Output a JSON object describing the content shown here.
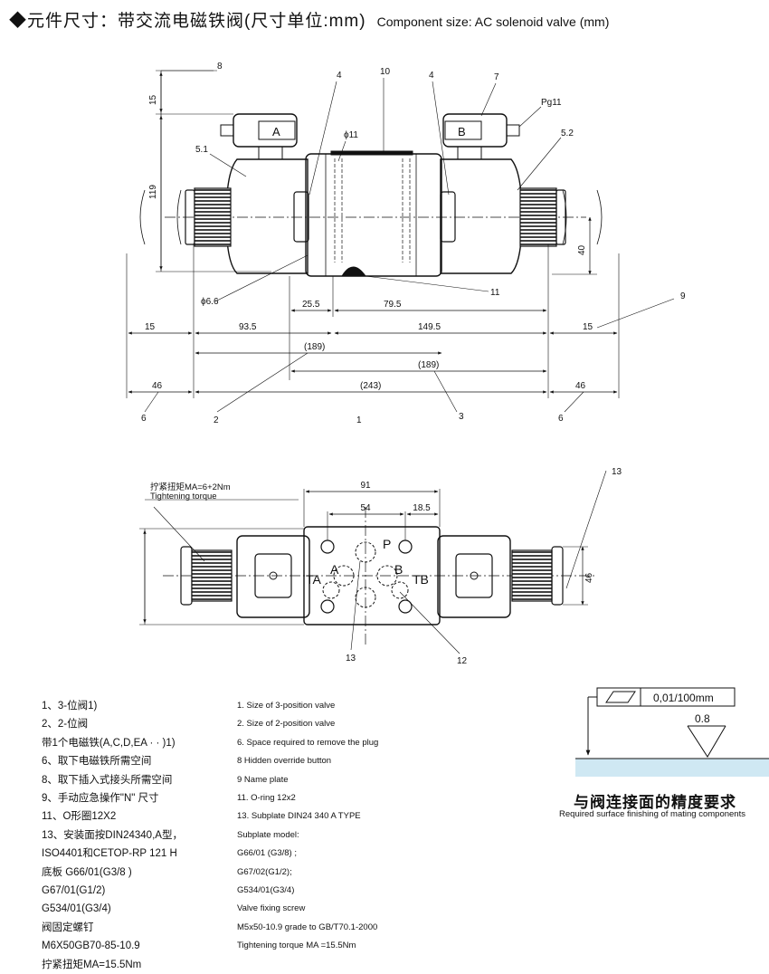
{
  "title": {
    "cn": "◆元件尺寸：带交流电磁铁阀(尺寸单位:mm)",
    "en": "Component size: AC solenoid valve (mm)"
  },
  "top_view": {
    "callouts": [
      "8",
      "4",
      "10",
      "4",
      "7",
      "Pg11",
      "5.1",
      "5.2",
      "11",
      "9",
      "2",
      "1",
      "3",
      "6",
      "6"
    ],
    "port_labels": [
      "A",
      "B"
    ],
    "dimensions": {
      "d15_top": "15",
      "d119": "119",
      "d40": "40",
      "phi11": "ϕ11",
      "phi66": "ϕ6.6",
      "d25_5": "25.5",
      "d79_5": "79.5",
      "d15_left": "15",
      "d93_5": "93.5",
      "d149_5": "149.5",
      "d15_right": "15",
      "d189_a": "(189)",
      "d189_b": "(189)",
      "d46_left": "46",
      "d243": "(243)",
      "d46_right": "46"
    }
  },
  "bottom_view": {
    "torque_cn": "拧紧扭矩MA=6+2Nm",
    "torque_en": "Tightening torque",
    "dimensions": {
      "d91": "91",
      "d54": "54",
      "d18_5": "18.5",
      "d46": "46"
    },
    "port_labels": [
      "P",
      "A",
      "B",
      "TA",
      "TB"
    ],
    "callouts": [
      "13",
      "13",
      "12"
    ]
  },
  "notes_cn": [
    "1、3-位阀1)",
    "2、2-位阀",
    "带1个电磁铁(A,C,D,EA · · )1)",
    "6、取下电磁铁所需空间",
    "8、取下插入式接头所需空间",
    "9、手动应急操作\"N\" 尺寸",
    "11、O形圈12X2",
    "13、安装面按DIN24340,A型，",
    "ISO4401和CETOP-RP 121 H",
    "底板 G66/01(G3/8 )",
    "G67/01(G1/2)",
    "G534/01(G3/4)",
    "阀固定螺钉",
    "M6X50GB70-85-10.9",
    "拧紧扭矩MA=15.5Nm"
  ],
  "notes_en": [
    "1. Size of 3-position valve",
    "2. Size of 2-position valve",
    "6. Space required to remove the plug",
    "8 Hidden override button",
    "9 Name plate",
    "11. O-ring 12x2",
    "13. Subplate DIN24 340 A TYPE",
    "Subplate model:",
    "G66/01 (G3/8) ;",
    "G67/02(G1/2);",
    "G534/01(G3/4)",
    "Valve fixing screw",
    "M5x50-10.9 grade to GB/T70.1-2000",
    "Tightening torque MA =15.5Nm"
  ],
  "surface_finish": {
    "flatness": "0,01/100mm",
    "roughness": "0.8",
    "title_cn": "与阀连接面的精度要求",
    "title_en": "Required surface finishing of mating components",
    "colors": {
      "surface": "#cfe8f3"
    }
  }
}
